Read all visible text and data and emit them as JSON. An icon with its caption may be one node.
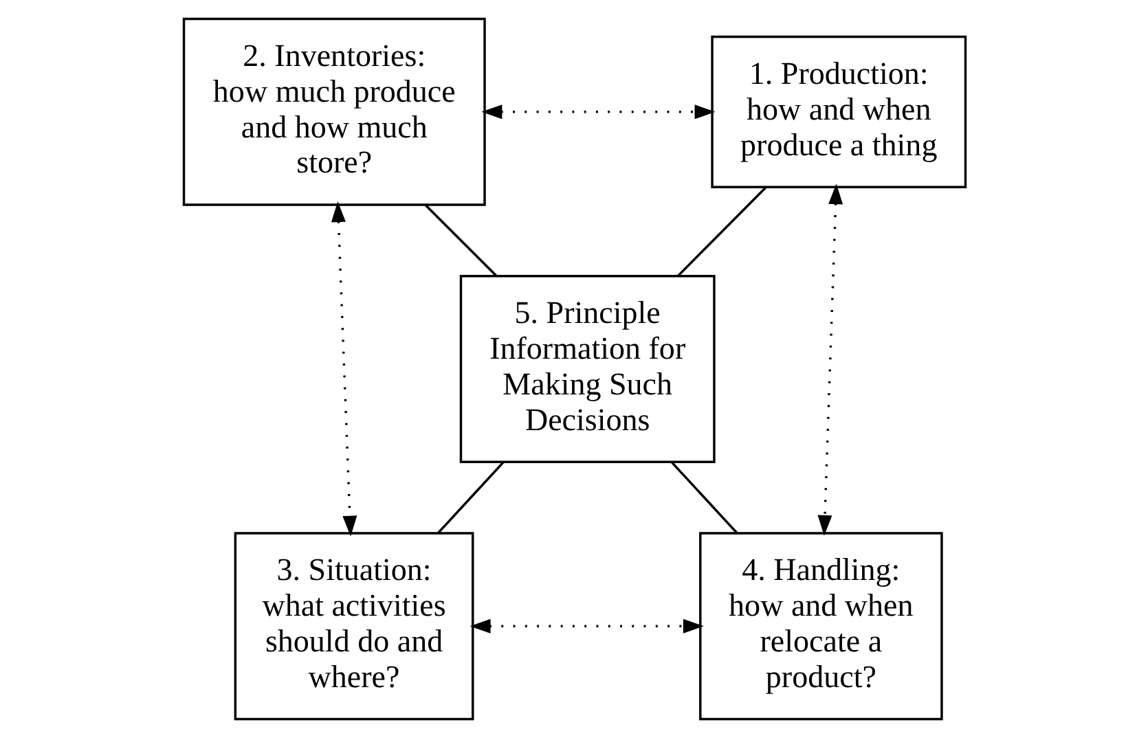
{
  "diagram": {
    "nodes": [
      {
        "text": [
          "2. Inventories:",
          "how much produce and how much store?"
        ]
      },
      {
        "text": [
          "1. Production:",
          "how and when produce a thing"
        ]
      },
      {
        "text": [
          "5. Principle Information for Making Such Decisions"
        ]
      },
      {
        "text": [
          "3. Situation:",
          "what activities should do and where?"
        ]
      },
      {
        "text": [
          "4. Handling:",
          "how and when relocate a product?"
        ]
      }
    ],
    "edges": [
      {
        "from": 0,
        "to": 1,
        "arrow": "both",
        "style": "dashed"
      },
      {
        "from": 0,
        "to": 2,
        "arrow": "none"
      },
      {
        "from": 1,
        "to": 2,
        "arrow": "none"
      },
      {
        "from": 0,
        "to": 3,
        "arrow": "both",
        "style": "dashed"
      },
      {
        "from": 1,
        "to": 4,
        "arrow": "both",
        "style": "dashed"
      },
      {
        "from": 2,
        "to": 3,
        "arrow": "none"
      },
      {
        "from": 2,
        "to": 4,
        "arrow": "none"
      },
      {
        "from": 3,
        "to": 4,
        "arrow": "both",
        "style": "dashed"
      }
    ]
  }
}
